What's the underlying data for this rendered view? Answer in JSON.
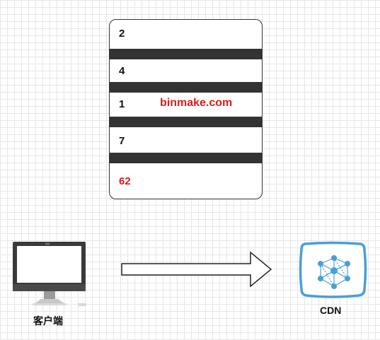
{
  "stack": {
    "items": [
      {
        "text": "2",
        "highlight": false
      },
      {
        "text": "4",
        "highlight": false
      },
      {
        "text": "1",
        "highlight": false
      },
      {
        "text": "7",
        "highlight": false
      },
      {
        "text": "62",
        "highlight": true
      }
    ],
    "watermark": "binmake.com",
    "divider_color": "#333333",
    "highlight_color": "#e01b1b"
  },
  "client": {
    "label": "客户端",
    "icon": "desktop-computer-icon"
  },
  "cdn": {
    "label": "CDN",
    "icon": "cdn-network-icon",
    "color": "#4a9fd8"
  },
  "connector": {
    "icon": "right-arrow-icon"
  }
}
